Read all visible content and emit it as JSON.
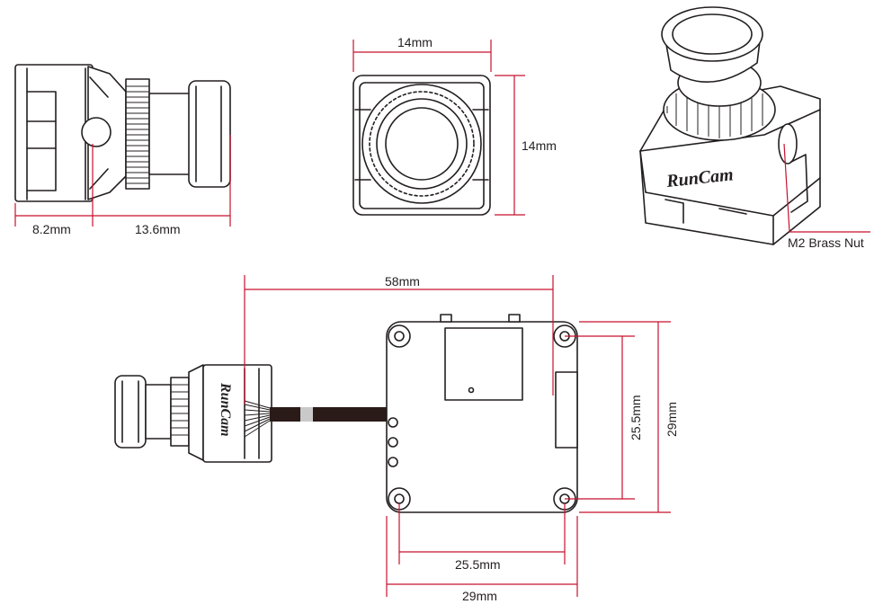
{
  "dimensions": {
    "side_depth": "8.2mm",
    "side_lens": "13.6mm",
    "front_width": "14mm",
    "front_height": "14mm",
    "total_length": "58mm",
    "board_hole_h": "25.5mm",
    "board_width": "29mm",
    "board_hole_v": "25.5mm",
    "board_height": "29mm"
  },
  "labels": {
    "brass_nut": "M2 Brass Nut",
    "brand_logo": "RunCam"
  },
  "colors": {
    "dimension_line": "#c8102e",
    "outline": "#231f20"
  }
}
